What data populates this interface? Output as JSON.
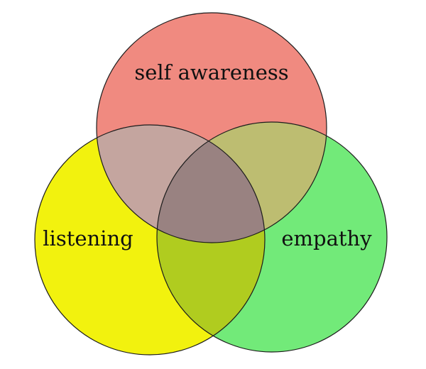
{
  "diagram": {
    "type": "venn",
    "sets": [
      {
        "id": "top",
        "label": "self awareness",
        "color": "#F08A80"
      },
      {
        "id": "left",
        "label": "listening",
        "color": "#F2F20E"
      },
      {
        "id": "right",
        "label": "empathy",
        "color": "#72EA79"
      }
    ],
    "overlap_colors": {
      "top_left": "#C4A59F",
      "top_right": "#BDBD71",
      "left_right": "#B0CC1F",
      "all": "#998281"
    },
    "outline_color": "#1C1C1C"
  }
}
